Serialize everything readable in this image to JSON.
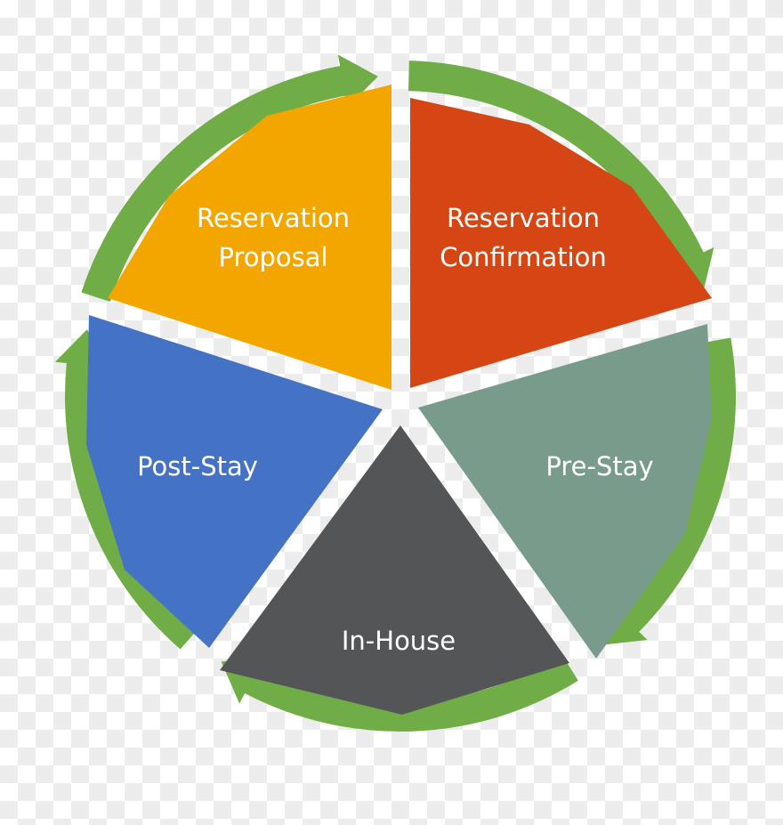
{
  "diagram": {
    "type": "cycle",
    "arrow_color": "#70ad47",
    "segments": [
      {
        "id": "reservation-confirmation",
        "lines": [
          "Reservation",
          "Confirmation"
        ],
        "color": "#d54614"
      },
      {
        "id": "pre-stay",
        "lines": [
          "Pre-Stay"
        ],
        "color": "#799b8b"
      },
      {
        "id": "in-house",
        "lines": [
          "In-House"
        ],
        "color": "#535557"
      },
      {
        "id": "post-stay",
        "lines": [
          "Post-Stay"
        ],
        "color": "#4472c4"
      },
      {
        "id": "reservation-proposal",
        "lines": [
          "Reservation",
          "Proposal"
        ],
        "color": "#f4a600"
      }
    ]
  }
}
